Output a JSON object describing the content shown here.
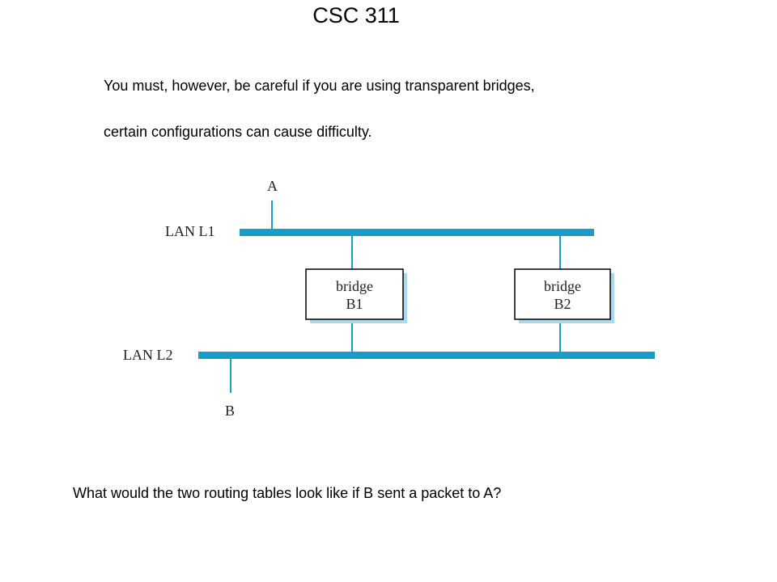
{
  "slide": {
    "title": "CSC 311",
    "line1": "You must, however, be careful if you are using transparent bridges,",
    "line2": "certain configurations can cause difficulty.",
    "question": "What would the two routing tables look like if B sent a packet to A?"
  },
  "diagram": {
    "host_a": "A",
    "host_b": "B",
    "lan1_label": "LAN L1",
    "lan2_label": "LAN L2",
    "bridge1": {
      "line1": "bridge",
      "line2": "B1"
    },
    "bridge2": {
      "line1": "bridge",
      "line2": "B2"
    },
    "colors": {
      "lan": "#1a9cc9",
      "box_shadow": "#a8d8ea",
      "box_border": "#000000"
    }
  }
}
